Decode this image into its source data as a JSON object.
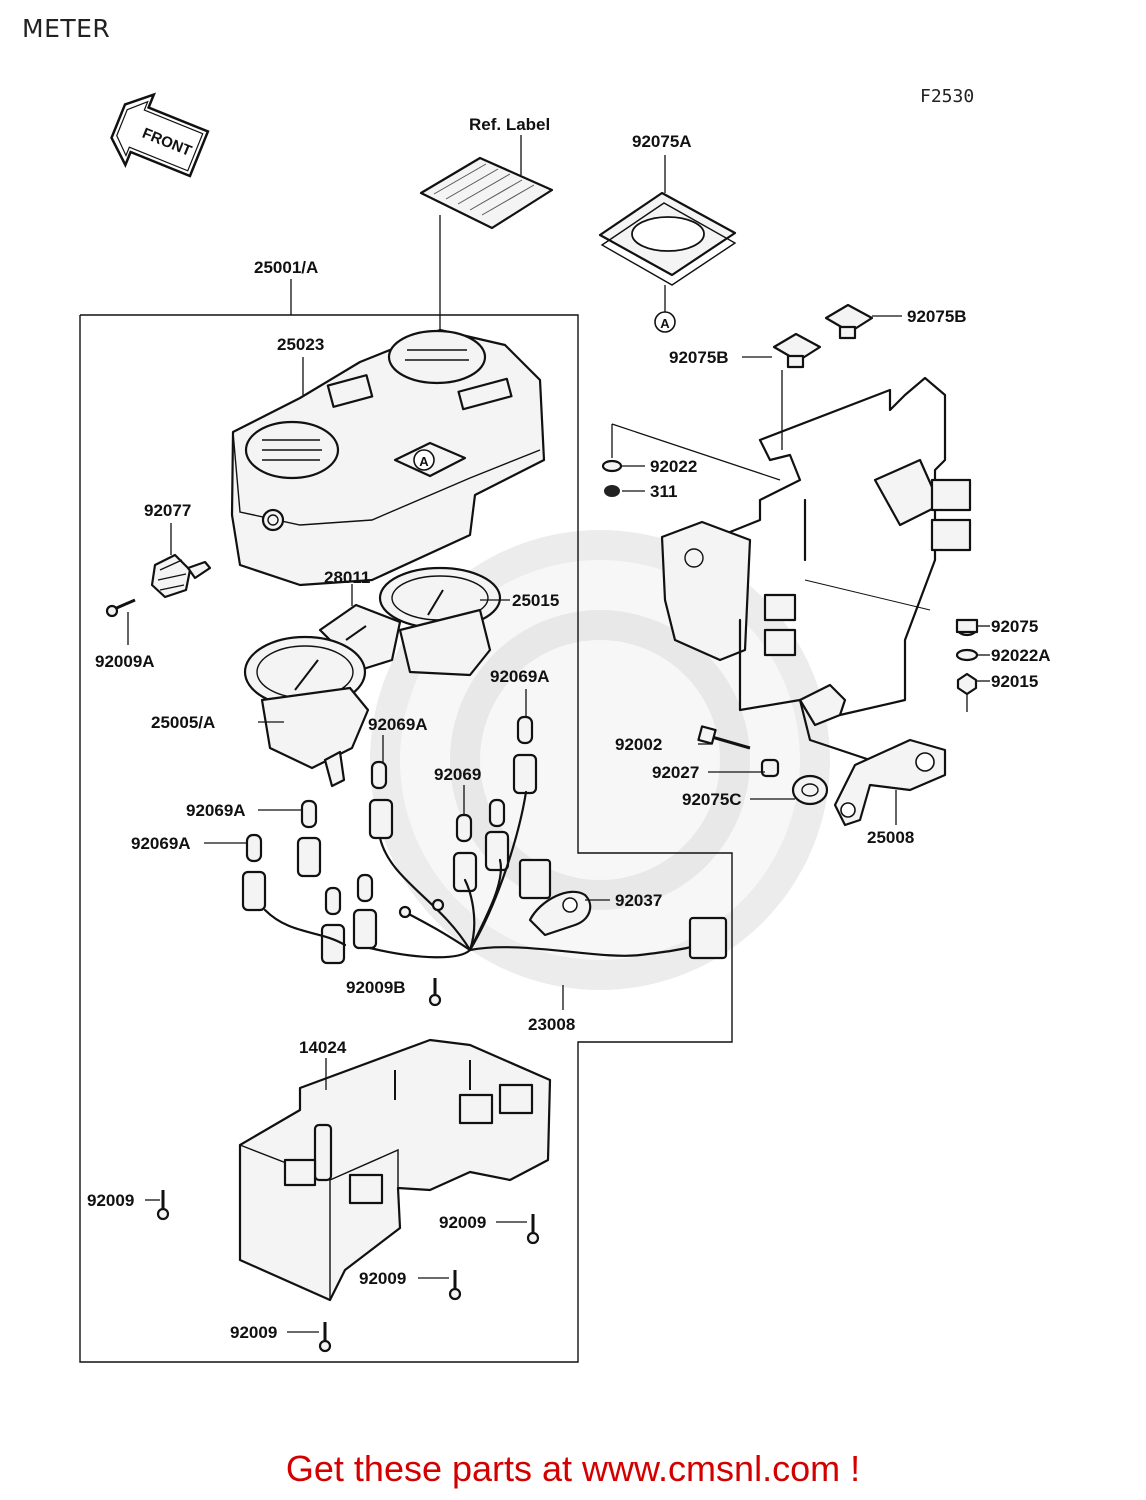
{
  "page": {
    "title": "METER"
  },
  "diagram": {
    "figure_code": "F2530",
    "front_arrow_text": "FRONT",
    "callouts": {
      "ref_label": "Ref. Label",
      "p25001A": "25001/A",
      "p25023": "25023",
      "mark_A": "A",
      "p92077": "92077",
      "p92009A": "92009A",
      "p28011": "28011",
      "p25015": "25015",
      "p25005A": "25005/A",
      "p92069A_1": "92069A",
      "p92069A_2": "92069A",
      "p92069": "92069",
      "p92069A_3": "92069A",
      "p92069A_4": "92069A",
      "p92037": "92037",
      "p92009B": "92009B",
      "p23008": "23008",
      "p14024": "14024",
      "p92009_1": "92009",
      "p92009_2": "92009",
      "p92009_3": "92009",
      "p92009_4": "92009",
      "p92075A": "92075A",
      "p92075B_1": "92075B",
      "p92075B_2": "92075B",
      "p92022": "92022",
      "p311": "311",
      "p92075": "92075",
      "p92022A": "92022A",
      "p92015": "92015",
      "p92002": "92002",
      "p92027": "92027",
      "p92075C": "92075C",
      "p25008": "25008"
    }
  },
  "footer": {
    "text": "Get these parts at www.cmsnl.com !",
    "color": "#d40000"
  }
}
